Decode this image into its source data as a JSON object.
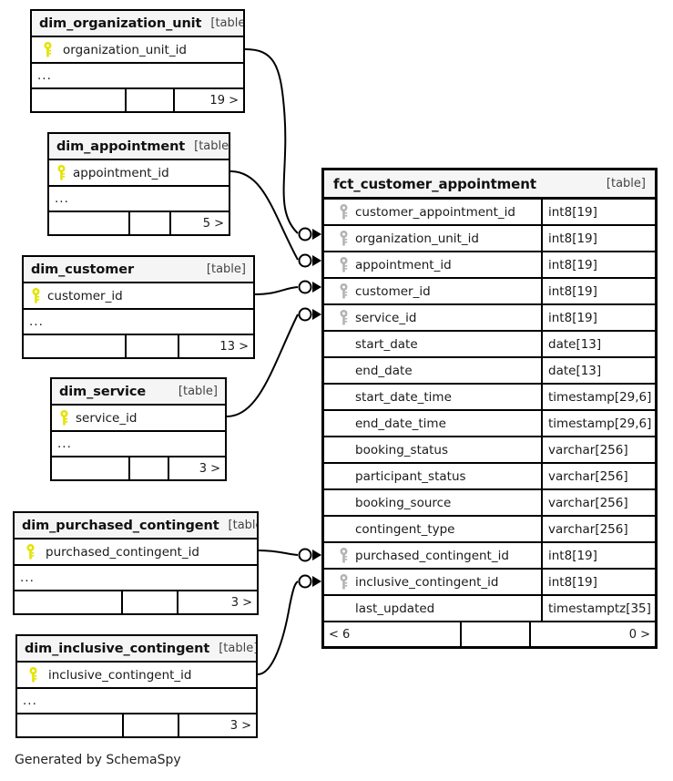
{
  "diagram": {
    "caption": "Generated by SchemaSpy",
    "table_tag": "[table]",
    "ellipsis": "...",
    "colors": {
      "pk_key": "#e3e300",
      "fk_key": "#b3b3b3",
      "border": "#000000",
      "header_bg": "#f5f5f5",
      "background": "#ffffff"
    }
  },
  "tables": {
    "dim_organization_unit": {
      "name": "dim_organization_unit",
      "tag": "[table]",
      "columns": [
        {
          "key": "pk",
          "label": "organization_unit_id"
        }
      ],
      "ellipsis": "...",
      "footer": {
        "left": "",
        "mid": "",
        "right": "19 >"
      }
    },
    "dim_appointment": {
      "name": "dim_appointment",
      "tag": "[table]",
      "columns": [
        {
          "key": "pk",
          "label": "appointment_id"
        }
      ],
      "ellipsis": "...",
      "footer": {
        "left": "",
        "mid": "",
        "right": "5 >"
      }
    },
    "dim_customer": {
      "name": "dim_customer",
      "tag": "[table]",
      "columns": [
        {
          "key": "pk",
          "label": "customer_id"
        }
      ],
      "ellipsis": "...",
      "footer": {
        "left": "",
        "mid": "",
        "right": "13 >"
      }
    },
    "dim_service": {
      "name": "dim_service",
      "tag": "[table]",
      "columns": [
        {
          "key": "pk",
          "label": "service_id"
        }
      ],
      "ellipsis": "...",
      "footer": {
        "left": "",
        "mid": "",
        "right": "3 >"
      }
    },
    "dim_purchased_contingent": {
      "name": "dim_purchased_contingent",
      "tag": "[table]",
      "columns": [
        {
          "key": "pk",
          "label": "purchased_contingent_id"
        }
      ],
      "ellipsis": "...",
      "footer": {
        "left": "",
        "mid": "",
        "right": "3 >"
      }
    },
    "dim_inclusive_contingent": {
      "name": "dim_inclusive_contingent",
      "tag": "[table]",
      "columns": [
        {
          "key": "pk",
          "label": "inclusive_contingent_id"
        }
      ],
      "ellipsis": "...",
      "footer": {
        "left": "",
        "mid": "",
        "right": "3 >"
      }
    },
    "fct_customer_appointment": {
      "name": "fct_customer_appointment",
      "tag": "[table]",
      "columns": [
        {
          "key": "fk",
          "label": "customer_appointment_id",
          "type": "int8[19]"
        },
        {
          "key": "fk",
          "label": "organization_unit_id",
          "type": "int8[19]"
        },
        {
          "key": "fk",
          "label": "appointment_id",
          "type": "int8[19]"
        },
        {
          "key": "fk",
          "label": "customer_id",
          "type": "int8[19]"
        },
        {
          "key": "fk",
          "label": "service_id",
          "type": "int8[19]"
        },
        {
          "key": "",
          "label": "start_date",
          "type": "date[13]"
        },
        {
          "key": "",
          "label": "end_date",
          "type": "date[13]"
        },
        {
          "key": "",
          "label": "start_date_time",
          "type": "timestamp[29,6]"
        },
        {
          "key": "",
          "label": "end_date_time",
          "type": "timestamp[29,6]"
        },
        {
          "key": "",
          "label": "booking_status",
          "type": "varchar[256]"
        },
        {
          "key": "",
          "label": "participant_status",
          "type": "varchar[256]"
        },
        {
          "key": "",
          "label": "booking_source",
          "type": "varchar[256]"
        },
        {
          "key": "",
          "label": "contingent_type",
          "type": "varchar[256]"
        },
        {
          "key": "fk",
          "label": "purchased_contingent_id",
          "type": "int8[19]"
        },
        {
          "key": "fk",
          "label": "inclusive_contingent_id",
          "type": "int8[19]"
        },
        {
          "key": "",
          "label": "last_updated",
          "type": "timestamptz[35]"
        }
      ],
      "footer": {
        "left": "< 6",
        "mid": "",
        "right": "0 >"
      }
    }
  },
  "relationships": [
    {
      "from": "dim_organization_unit",
      "to": "fct_customer_appointment.organization_unit_id"
    },
    {
      "from": "dim_appointment",
      "to": "fct_customer_appointment.appointment_id"
    },
    {
      "from": "dim_customer",
      "to": "fct_customer_appointment.customer_id"
    },
    {
      "from": "dim_service",
      "to": "fct_customer_appointment.service_id"
    },
    {
      "from": "dim_purchased_contingent",
      "to": "fct_customer_appointment.purchased_contingent_id"
    },
    {
      "from": "dim_inclusive_contingent",
      "to": "fct_customer_appointment.inclusive_contingent_id"
    }
  ]
}
